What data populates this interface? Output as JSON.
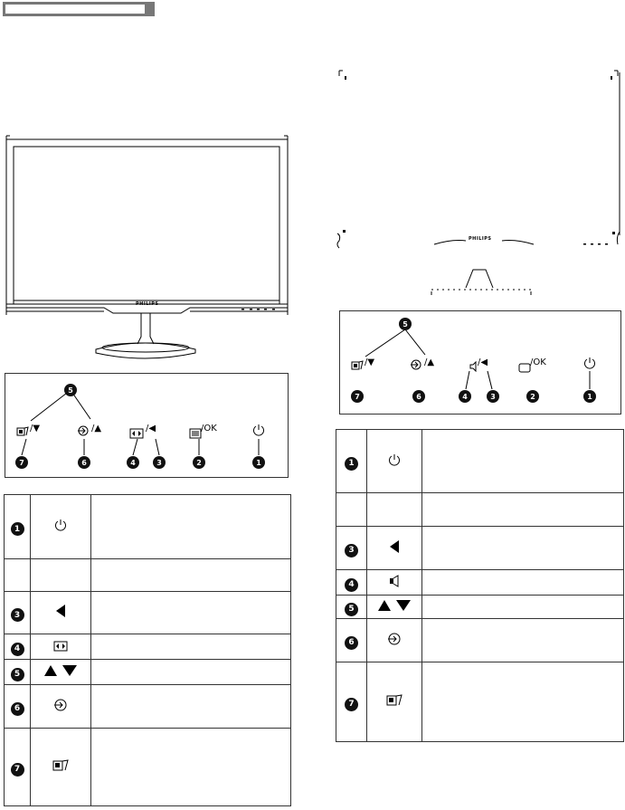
{
  "header": {
    "tab_label": ""
  },
  "left_monitor": {
    "brand": "PHILIPS"
  },
  "right_monitor": {
    "brand": "PHILIPS"
  },
  "left_panel": {
    "buttons": [
      {
        "number": "7",
        "icon": "smartimage-icon",
        "label": "/▼"
      },
      {
        "number": "6",
        "icon": "input-icon",
        "label": "/▲"
      },
      {
        "number": "4",
        "icon": "format-icon",
        "label": "/◀"
      },
      {
        "number": "3",
        "icon": "",
        "label": ""
      },
      {
        "number": "2",
        "icon": "menu-icon",
        "label": "/OK"
      },
      {
        "number": "1",
        "icon": "power-icon",
        "label": ""
      }
    ],
    "top_number": "5"
  },
  "right_panel": {
    "buttons": [
      {
        "number": "7",
        "icon": "smartimage-icon",
        "label": "/▼"
      },
      {
        "number": "6",
        "icon": "input-icon",
        "label": "/▲"
      },
      {
        "number": "4",
        "icon": "volume-icon",
        "label": "/◀"
      },
      {
        "number": "3",
        "icon": "",
        "label": ""
      },
      {
        "number": "2",
        "icon": "menu-icon",
        "label": "/OK"
      },
      {
        "number": "1",
        "icon": "power-icon",
        "label": ""
      }
    ],
    "top_number": "5"
  },
  "left_table": {
    "rows": [
      {
        "number": "1",
        "icon": "power-icon"
      },
      {
        "number": "",
        "icon": ""
      },
      {
        "number": "3",
        "icon": "left-triangle-icon"
      },
      {
        "number": "4",
        "icon": "format-icon"
      },
      {
        "number": "5",
        "icon": "up-down-triangles-icon"
      },
      {
        "number": "6",
        "icon": "input-icon"
      },
      {
        "number": "7",
        "icon": "smartimage-icon"
      }
    ]
  },
  "right_table": {
    "rows": [
      {
        "number": "1",
        "icon": "power-icon"
      },
      {
        "number": "",
        "icon": ""
      },
      {
        "number": "3",
        "icon": "left-triangle-icon"
      },
      {
        "number": "4",
        "icon": "volume-icon"
      },
      {
        "number": "5",
        "icon": "up-down-triangles-icon"
      },
      {
        "number": "6",
        "icon": "input-icon"
      },
      {
        "number": "7",
        "icon": "smartimage-icon"
      }
    ]
  }
}
